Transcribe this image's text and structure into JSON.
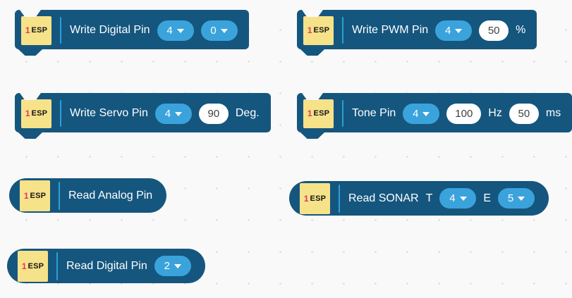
{
  "colors": {
    "canvas_bg": "#f9f9f9",
    "grid_dot": "#d9d9d9",
    "block_fill": "#15567E",
    "dropdown_fill": "#3BA3DC",
    "badge_bg": "#F6E289",
    "badge_num": "#E8335F",
    "badge_text": "#161616",
    "separator": "#2A9FD8",
    "value_bg": "#ffffff",
    "value_text": "#404040",
    "label_text": "#ffffff"
  },
  "badge": {
    "num": "1",
    "text": "ESP"
  },
  "blocks": {
    "write_digital": {
      "label": "Write Digital Pin",
      "pin": "4",
      "value": "0"
    },
    "write_pwm": {
      "label": "Write PWM Pin",
      "pin": "4",
      "value": "50",
      "unit": "%"
    },
    "write_servo": {
      "label": "Write Servo Pin",
      "pin": "4",
      "value": "90",
      "unit": "Deg."
    },
    "tone": {
      "label": "Tone Pin",
      "pin": "4",
      "freq": "100",
      "freq_unit": "Hz",
      "duration": "50",
      "duration_unit": "ms"
    },
    "read_analog": {
      "label": "Read Analog Pin"
    },
    "read_sonar": {
      "label": "Read SONAR",
      "trigger_label": "T",
      "trigger_pin": "4",
      "echo_label": "E",
      "echo_pin": "5"
    },
    "read_digital": {
      "label": "Read Digital Pin",
      "pin": "2"
    }
  }
}
